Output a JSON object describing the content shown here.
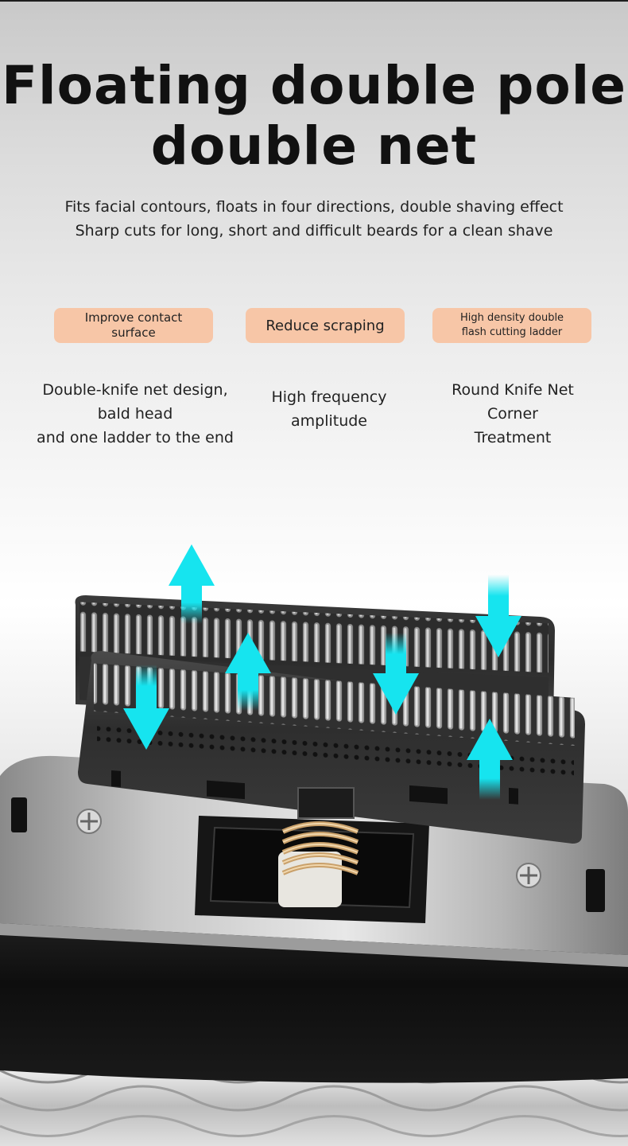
{
  "headline": {
    "line1": "Floating double pole",
    "line2": "double net"
  },
  "subtitle": {
    "line1": "Fits facial contours, floats in four directions, double shaving effect",
    "line2": "Sharp cuts for long, short and difficult beards for a clean shave"
  },
  "badges": [
    {
      "label": "Improve contact\nsurface"
    },
    {
      "label": "Reduce scraping"
    },
    {
      "label": "High density double\nflash cutting ladder"
    }
  ],
  "features": [
    {
      "text": "Double-knife net design,\nbald head\nand one ladder to the end"
    },
    {
      "text": "High frequency\namplitude"
    },
    {
      "text": "Round Knife Net\nCorner\nTreatment"
    }
  ],
  "colors": {
    "badge_bg": "#f7c6a7",
    "arrow": "#16e4ef",
    "text": "#222222",
    "title": "#111111"
  },
  "icons": [
    "arrow-up-icon",
    "arrow-down-icon"
  ]
}
